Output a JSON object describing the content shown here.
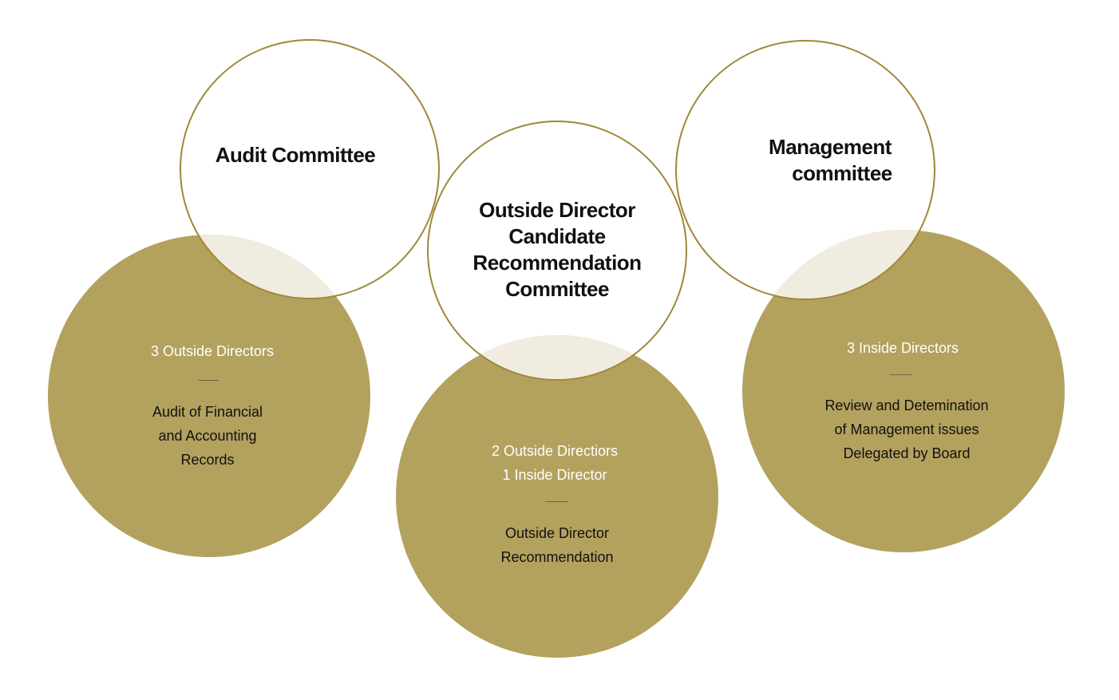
{
  "colors": {
    "gold": "#b3a15e",
    "outline": "#9e8838",
    "overlap": "#f0ecdf"
  },
  "committees": [
    {
      "title": "Audit Committee",
      "members": [
        "3 Outside Directors"
      ],
      "role": [
        "Audit of Financial",
        "and Accounting",
        "Records"
      ]
    },
    {
      "title": "Outside Director Candidate Recommendation Committee",
      "title_lines": [
        "Outside Director",
        "Candidate",
        "Recommendation",
        "Committee"
      ],
      "members": [
        "2 Outside Directiors",
        "1 Inside Director"
      ],
      "role": [
        "Outside Director",
        "Recommendation"
      ]
    },
    {
      "title": "Management committee",
      "title_lines": [
        "Management",
        "committee"
      ],
      "members": [
        "3 Inside Directors"
      ],
      "role": [
        "Review and Detemination",
        "of Management issues",
        "Delegated by Board"
      ]
    }
  ]
}
